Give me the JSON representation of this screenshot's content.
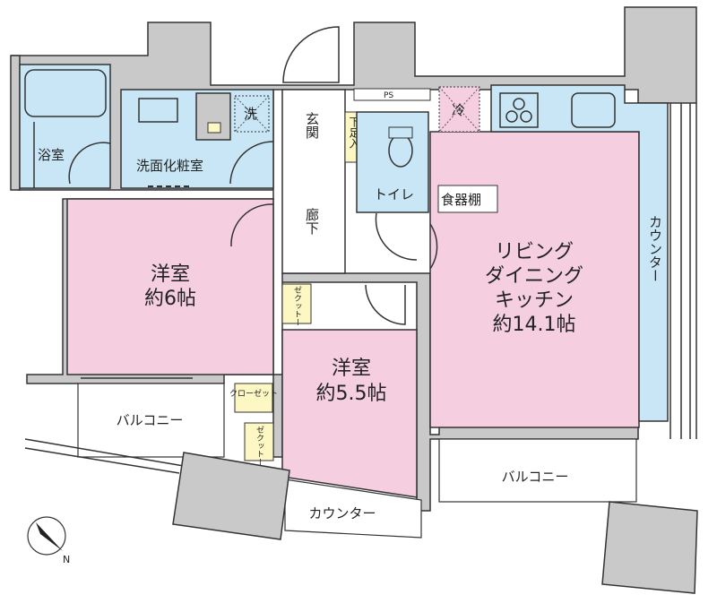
{
  "colors": {
    "room": "#f5cfe0",
    "wet": "#c9e6f7",
    "storage": "#fdf7c4",
    "wall": "#c9c9c9",
    "outdoor": "#ffffff"
  },
  "rooms": {
    "bath": "浴室",
    "washroom": "洗面化粧室",
    "washer": "洗",
    "entrance": "玄関",
    "hallway": "廊下",
    "shoe_closet": "下足入",
    "ps": "PS",
    "fridge": "冷",
    "toilet": "トイレ",
    "cupboard": "食器棚",
    "ldk": [
      "リビング",
      "ダイニング",
      "キッチン",
      "約14.1帖"
    ],
    "counter_right": "カウンター",
    "western1": {
      "name": "洋室",
      "size": "約6帖"
    },
    "western2": {
      "name": "洋室",
      "size": "約5.5帖"
    },
    "closet1": "ゼクットー",
    "closet2": "クローゼット",
    "closet3": "ゼクットー",
    "balcony_left": "バルコニー",
    "balcony_right": "バルコニー",
    "counter_bottom": "カウンター"
  },
  "compass": {
    "label": "N"
  }
}
